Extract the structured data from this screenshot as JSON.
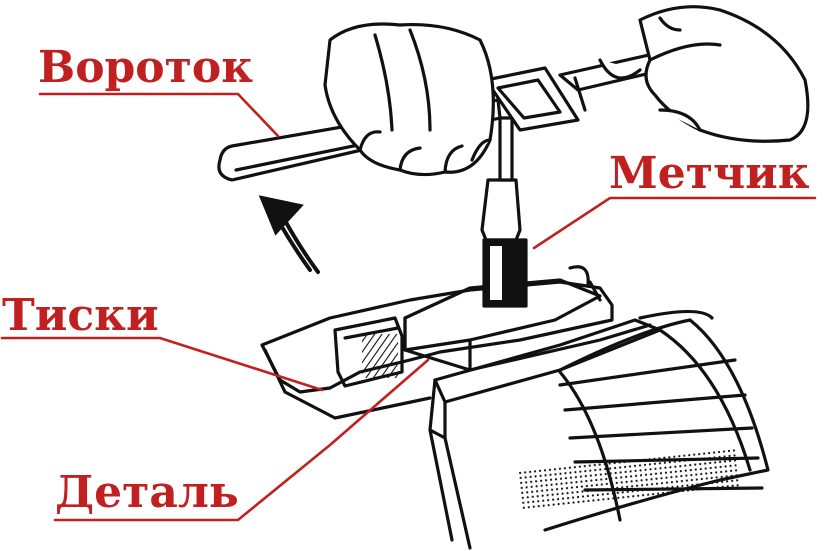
{
  "labels": {
    "vorotok": "Вороток",
    "metchik": "Метчик",
    "tiski": "Тиски",
    "detal": "Деталь"
  },
  "colors": {
    "label": "#c0201f",
    "ink": "#111111",
    "paper": "#ffffff"
  }
}
